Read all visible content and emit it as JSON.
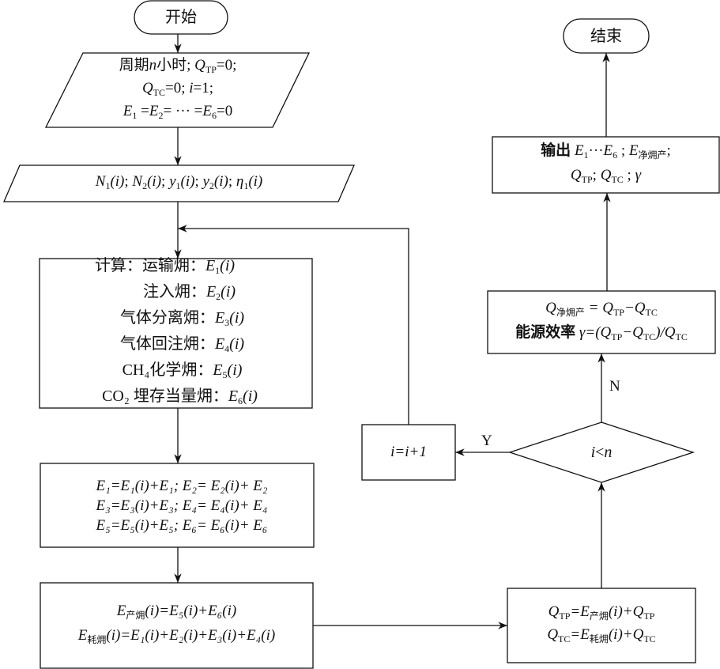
{
  "diagram": {
    "start": {
      "label": "开始"
    },
    "end": {
      "label": "结束"
    },
    "init": {
      "line1": [
        "周期",
        "n",
        "小时; ",
        "Q",
        "TP",
        "=0;"
      ],
      "line2": [
        "Q",
        "TC",
        "=0; ",
        "i",
        "=1;"
      ],
      "line3": [
        "E",
        "1",
        " =",
        "E",
        "2",
        "= ··· =",
        "E",
        "6",
        "=0"
      ]
    },
    "inputs": {
      "items": [
        {
          "sym": "N",
          "sub": "1",
          "arg": "(i)"
        },
        {
          "sym": "N",
          "sub": "2",
          "arg": "(i)"
        },
        {
          "sym": "y",
          "sub": "1",
          "arg": "(i)"
        },
        {
          "sym": "y",
          "sub": "2",
          "arg": "(i)"
        },
        {
          "sym": "η",
          "sub": "1",
          "arg": "(i)"
        }
      ],
      "separator": "; "
    },
    "calc": {
      "prefix": "计算：",
      "items": [
        {
          "name": "运输㶲：",
          "sym": "E",
          "sub": "1",
          "arg": "(i)"
        },
        {
          "name": "注入㶲：",
          "sym": "E",
          "sub": "2",
          "arg": "(i)"
        },
        {
          "name": "气体分离㶲：",
          "sym": "E",
          "sub": "3",
          "arg": "(i)"
        },
        {
          "name": "气体回注㶲：",
          "sym": "E",
          "sub": "4",
          "arg": "(i)"
        },
        {
          "name": "CH₄化学㶲：",
          "sym": "E",
          "sub": "5",
          "arg": "(i)"
        },
        {
          "name": "CO₂ 埋存当量㶲：",
          "sym": "E",
          "sub": "6",
          "arg": "(i)"
        }
      ]
    },
    "accumulate": {
      "lines": [
        "E₁=E₁(i)+E₁; E₂= E₂(i)+ E₂",
        "E₃=E₃(i)+E₃; E₄= E₄(i)+ E₄",
        "E₅=E₅(i)+E₅; E₆= E₆(i)+ E₆"
      ]
    },
    "exergy_split": {
      "line1": {
        "lhs_sym": "E",
        "lhs_sub": "产㶲",
        "rhs": "(i)=E₅(i)+E₆(i)"
      },
      "line2": {
        "lhs_sym": "E",
        "lhs_sub": "耗㶲",
        "rhs": "(i)=E₁(i)+E₂(i)+E₃(i)+E₄(i)"
      }
    },
    "q_update": {
      "line1": {
        "lhs": "Q",
        "lhs_sub": "TP",
        "mid": "=E",
        "mid_sub": "产㶲",
        "rhs": "(i)+Q",
        "rhs_sub": "TP"
      },
      "line2": {
        "lhs": "Q",
        "lhs_sub": "TC",
        "mid": "=E",
        "mid_sub": "耗㶲",
        "rhs": "(i)+Q",
        "rhs_sub": "TC"
      }
    },
    "decision": {
      "condition_lhs": "i",
      "condition_op": "<",
      "condition_rhs": "n",
      "yes_label": "Y",
      "no_label": "N"
    },
    "increment": {
      "label": "i=i+1"
    },
    "net": {
      "line1": {
        "lhs": "Q",
        "lhs_sub": "净㶲产",
        "eq": " = Q",
        "a_sub": "TP",
        "minus": "−Q",
        "b_sub": "TC"
      },
      "line2": {
        "prefix": "能源效率 ",
        "gamma": "γ",
        "expr1": "=(Q",
        "s1": "TP",
        "expr2": "−Q",
        "s2": "TC",
        "expr3": ")/Q",
        "s3": "TC"
      }
    },
    "output": {
      "line1": {
        "prefix": "输出 ",
        "sym1": "E",
        "sub1": "1",
        "dots": "···",
        "sym2": "E",
        "sub2": "6",
        "sep": " ; ",
        "sym3": "E",
        "sub3": "净㶲产",
        "end": ";"
      },
      "line2": {
        "q1": "Q",
        "q1sub": "TP",
        "sep1": "; ",
        "q2": "Q",
        "q2sub": "TC",
        "sep2": " ; ",
        "g": "γ"
      }
    },
    "colors": {
      "stroke": "#111111",
      "background": "#ffffff"
    }
  }
}
